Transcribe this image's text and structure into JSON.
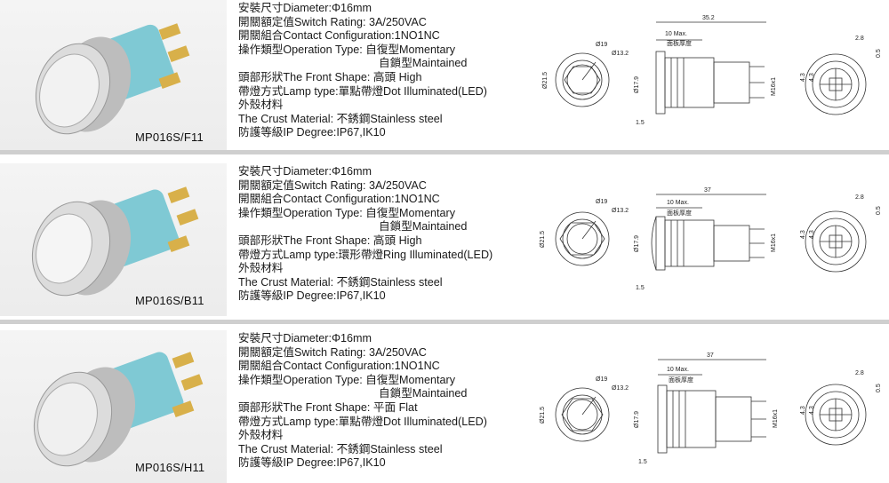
{
  "products": [
    {
      "model": "MP016S/F11",
      "specs": [
        "安裝尺寸Diameter:Φ16mm",
        "開關額定值Switch Rating: 3A/250VAC",
        "開關組合Contact Configuration:1NO1NC",
        "操作類型Operation Type: 自復型Momentary",
        "自鎖型Maintained",
        "頭部形狀The Front Shape: 高頭 High",
        "帶燈方式Lamp type:單點帶燈Dot Illuminated(LED)",
        "外殼材料",
        "The Crust Material: 不銹鋼Stainless steel",
        "防護等級IP Degree:IP67,IK10"
      ],
      "dims": {
        "overall": "35.2",
        "max": "10 Max.",
        "panel": "面板厚度",
        "d19": "Ø19",
        "d132": "Ø13.2",
        "d215": "Ø21.5",
        "d179": "Ø17.9",
        "thread": "M16x1",
        "t15": "1.5",
        "w28": "2.8",
        "w05": "0.5",
        "w43a": "4.3",
        "w43b": "4.3"
      }
    },
    {
      "model": "MP016S/B11",
      "specs": [
        "安裝尺寸Diameter:Φ16mm",
        "開關額定值Switch Rating: 3A/250VAC",
        "開關組合Contact Configuration:1NO1NC",
        "操作類型Operation Type: 自復型Momentary",
        "自鎖型Maintained",
        "頭部形狀The Front Shape: 高頭 High",
        "帶燈方式Lamp type:環形帶燈Ring Illuminated(LED)",
        "外殼材料",
        "The Crust Material: 不銹鋼Stainless steel",
        "防護等級IP Degree:IP67,IK10"
      ],
      "dims": {
        "overall": "37",
        "max": "10 Max.",
        "panel": "面板厚度",
        "d19": "Ø19",
        "d132": "Ø13.2",
        "d215": "Ø21.5",
        "d179": "Ø17.9",
        "thread": "M16x1",
        "t15": "1.5",
        "w28": "2.8",
        "w05": "0.5",
        "w43a": "4.3",
        "w43b": "4.3"
      }
    },
    {
      "model": "MP016S/H11",
      "specs": [
        "安裝尺寸Diameter:Φ16mm",
        "開關額定值Switch Rating: 3A/250VAC",
        "開關組合Contact Configuration:1NO1NC",
        "操作類型Operation Type: 自復型Momentary",
        "自鎖型Maintained",
        "頭部形狀The Front Shape: 平面 Flat",
        "帶燈方式Lamp type:單點帶燈Dot Illuminated(LED)",
        "外殼材料",
        "The Crust Material: 不銹鋼Stainless steel",
        "防護等級IP Degree:IP67,IK10"
      ],
      "dims": {
        "overall": "37",
        "max": "10 Max.",
        "panel": "面板厚度",
        "d19": "Ø19",
        "d132": "Ø13.2",
        "d215": "Ø21.5",
        "d179": "Ø17.9",
        "thread": "M16x1",
        "t15": "1.5",
        "w28": "2.8",
        "w05": "0.5",
        "w43a": "4.3",
        "w43b": "4.3"
      }
    }
  ],
  "colors": {
    "housing": "#7fc9d4",
    "metal": "#c9c9c9",
    "terminal": "#d8b04a",
    "separator": "#cfcfcf"
  }
}
